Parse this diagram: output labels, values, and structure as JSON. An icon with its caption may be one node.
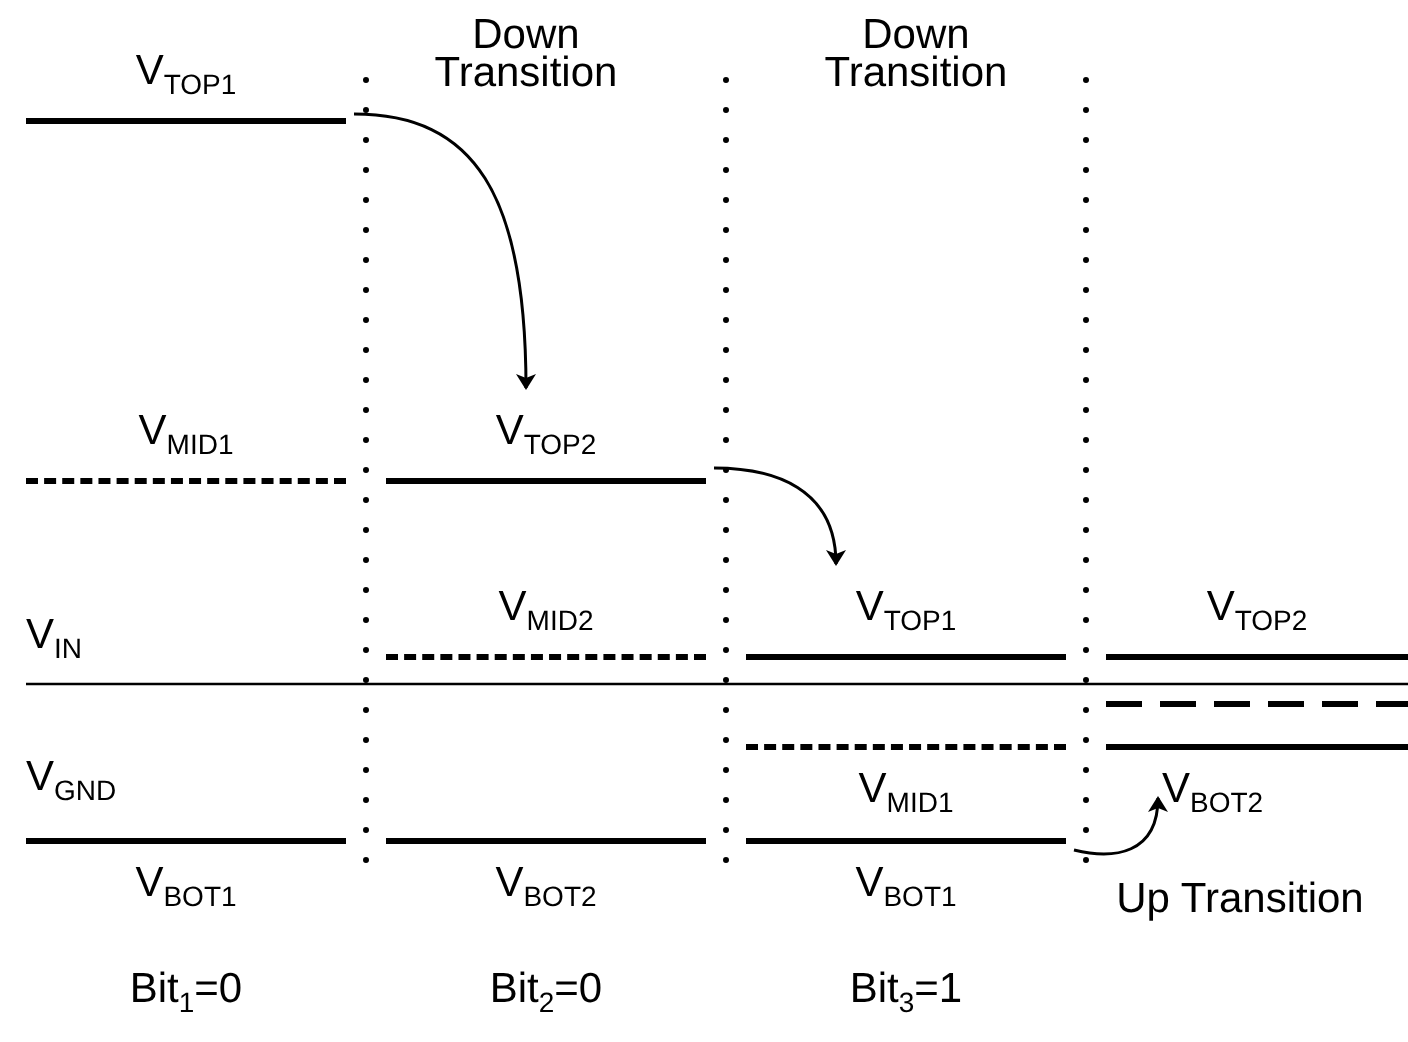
{
  "diagram": {
    "nodes": [
      {
        "text": [
          "V$_{TOP1}$"
        ]
      },
      {
        "text": [
          "V$_{MID1}$"
        ]
      },
      {
        "text": [
          "V$_{BOT1}$"
        ]
      },
      {
        "text": [
          "V$_{TOP2}$"
        ]
      },
      {
        "text": [
          "V$_{MID2}$"
        ]
      },
      {
        "text": [
          "V$_{BOT2}$"
        ]
      },
      {
        "text": [
          "V$_{TOP1}$"
        ]
      },
      {
        "text": [
          "V$_{MID1}$"
        ]
      },
      {
        "text": [
          "V$_{BOT1}$"
        ]
      },
      {
        "text": [
          "V$_{TOP2}$"
        ]
      },
      {
        "text": [
          "V$_{BOT2}$"
        ]
      }
    ],
    "edges": [
      {
        "from": 0,
        "to": 3,
        "arrow": "to"
      },
      {
        "from": 3,
        "to": 6,
        "arrow": "to"
      },
      {
        "from": 8,
        "to": 10,
        "arrow": "to"
      }
    ],
    "labels": [
      "Down Transition",
      "Down Transition",
      "V$_{IN}$",
      "V$_{GND}$",
      "Up Transition",
      "Bit$_{1}$=0",
      "Bit$_{2}$=0",
      "Bit$_{3}$=1"
    ]
  }
}
